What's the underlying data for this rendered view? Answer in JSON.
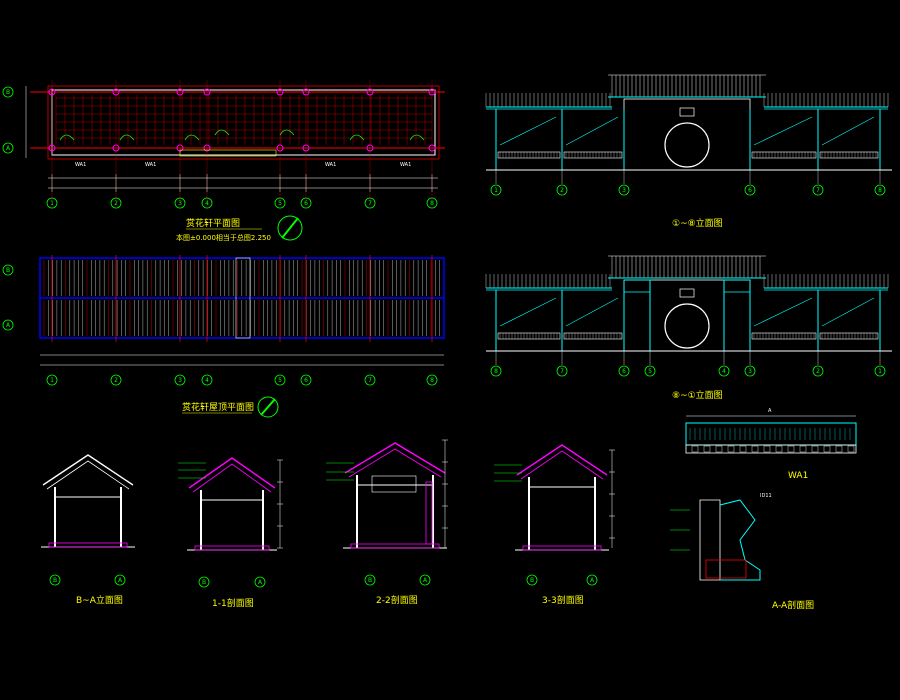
{
  "titles": {
    "floor_plan": "赏花轩平面图",
    "floor_plan_sub": "本图±0.000相当于总图2.250",
    "roof_plan": "赏花轩屋顶平面图",
    "elev_front_1": "①~⑧立面图",
    "elev_front_2": "⑧~①立面图",
    "elev_side": "B~A立面图",
    "sec_1": "1-1剖面图",
    "sec_2": "2-2剖面图",
    "sec_3": "3-3剖面图",
    "wall_wa1": "WA1",
    "sec_aa": "A-A剖面图",
    "note_d1": "ID11"
  },
  "grid": {
    "plan_cols": [
      "1",
      "2",
      "3",
      "4",
      "5",
      "6",
      "7",
      "8"
    ],
    "elev_cols": [
      "1",
      "2",
      "3",
      "4",
      "5",
      "6",
      "7",
      "8"
    ],
    "rows": [
      "B",
      "A"
    ]
  },
  "labels": {
    "wa1": "WA1",
    "level_zero": "±0.000"
  },
  "colors": {
    "background": "#000000",
    "green": "#00ff00",
    "cyan": "#00ffff",
    "yellow": "#ffff00",
    "red": "#ff0000",
    "magenta": "#ff00ff",
    "white": "#ffffff",
    "blue": "#0000ff"
  }
}
